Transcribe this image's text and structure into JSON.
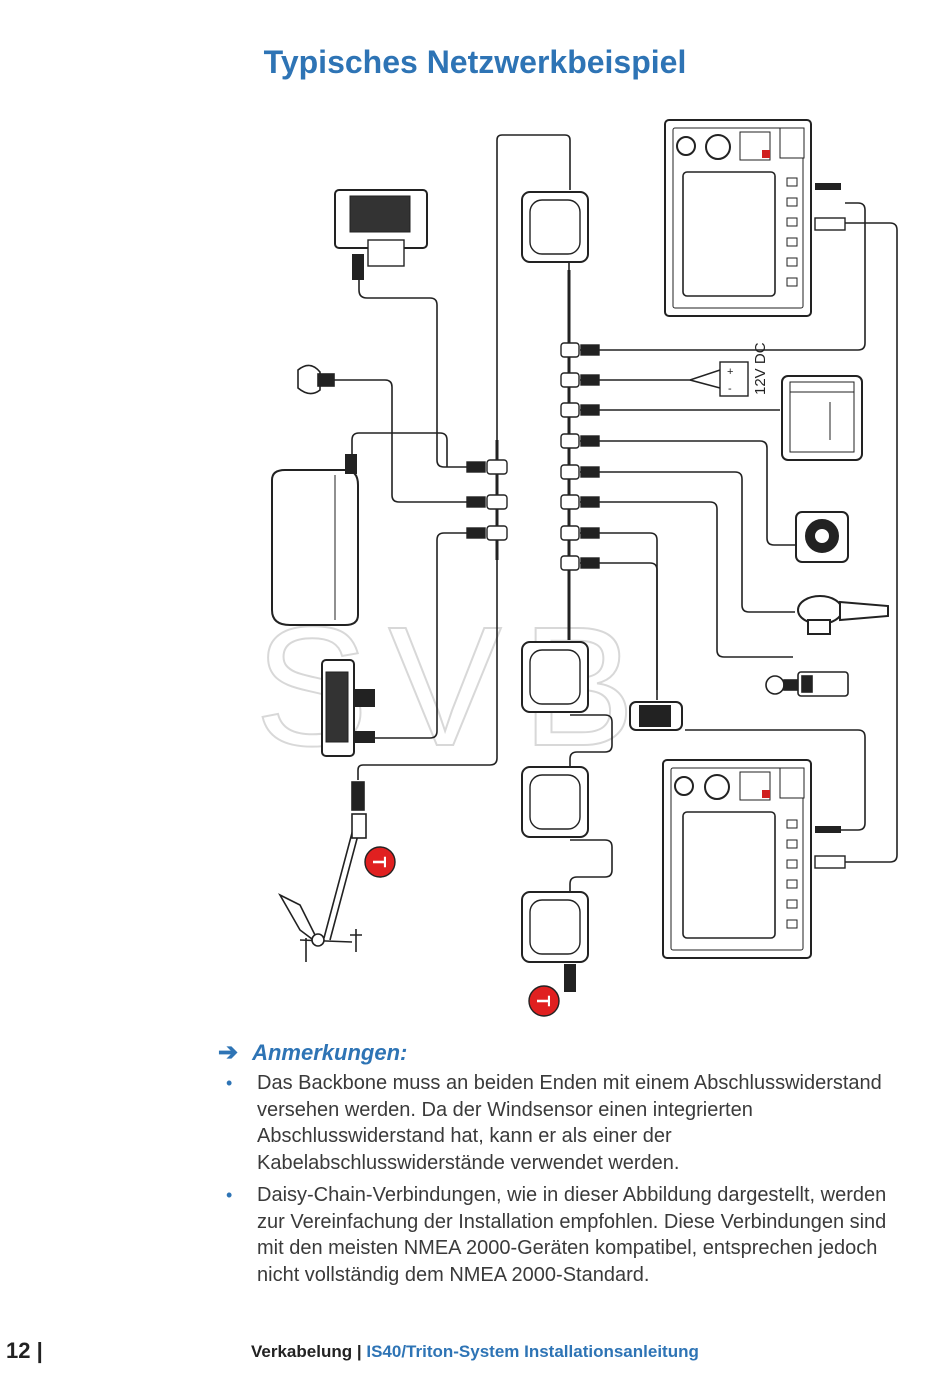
{
  "page": {
    "title": "Typisches Netzwerkbeispiel"
  },
  "diagram": {
    "power_label": "12V DC",
    "plus_sign": "+",
    "minus_sign": "-",
    "terminator_label": "T",
    "watermark": "SVB",
    "terminator_color": "#e02020"
  },
  "notes": {
    "heading": "Anmerkungen:",
    "items": [
      "Das Backbone muss an beiden Enden mit einem Abschlusswiderstand versehen werden. Da der Windsensor einen integrierten Abschlusswiderstand hat, kann er als einer der Kabelabschlusswiderstände verwendet werden.",
      "Daisy-Chain-Verbindungen, wie in dieser Abbildung dargestellt, werden zur Vereinfachung der Installation empfohlen. Diese Verbindungen sind mit den meisten NMEA 2000-Geräten kompatibel, entsprechen jedoch nicht vollständig dem NMEA 2000-Standard."
    ]
  },
  "footer": {
    "page_number": "12",
    "separator": "|",
    "section": "Verkabelung",
    "doc_title": "IS40/Triton-System Installationsanleitung"
  },
  "colors": {
    "accent": "#2e74b5",
    "text": "#3a3a3a"
  }
}
